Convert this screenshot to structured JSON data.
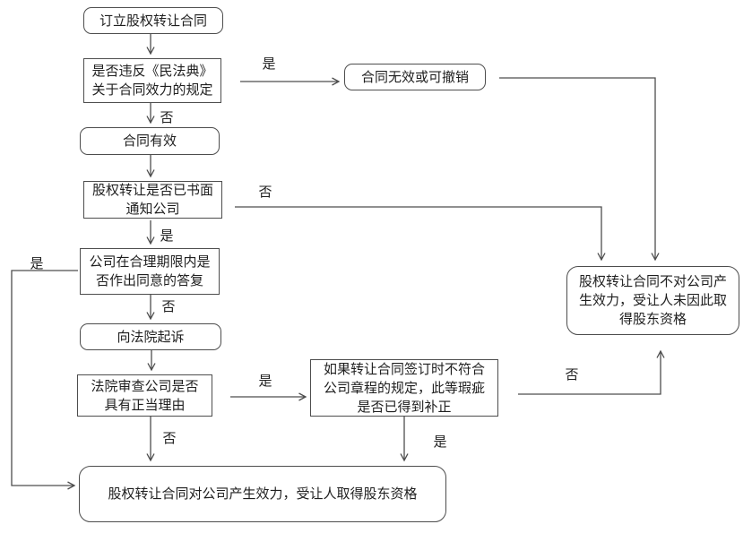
{
  "diagram": {
    "type": "flowchart",
    "language": "zh-CN",
    "colors": {
      "background": "#ffffff",
      "line": "#4d4d4d",
      "node_border": "#4d4d4d",
      "text": "#1f1f1f"
    },
    "nodes": {
      "establish_contract": {
        "label": "订立股权转让合同",
        "shape": "rounded"
      },
      "violate_civil_code": {
        "label": "是否违反《民法典》\n关于合同效力的规定",
        "shape": "rect"
      },
      "contract_invalid": {
        "label": "合同无效或可撤销",
        "shape": "rounded"
      },
      "contract_valid": {
        "label": "合同有效",
        "shape": "rounded"
      },
      "written_notice": {
        "label": "股权转让是否已书面\n通知公司",
        "shape": "rect"
      },
      "company_reply": {
        "label": "公司在合理期限内是\n否作出同意的答复",
        "shape": "rect"
      },
      "sue_court": {
        "label": "向法院起诉",
        "shape": "rounded"
      },
      "court_review": {
        "label": "法院审查公司是否\n具有正当理由",
        "shape": "rect"
      },
      "defect_cured": {
        "label": "如果转让合同签订时不符合\n公司章程的规定，此等瑕疵\n是否已得到补正",
        "shape": "rect"
      },
      "no_effect": {
        "label": "股权转让合同不对公司产\n生效力，受让人未因此取\n得股东资格",
        "shape": "rounded"
      },
      "effective": {
        "label": "股权转让合同对公司产生效力，受让人取得股东资格",
        "shape": "rounded"
      }
    },
    "edge_labels": {
      "violate_yes": "是",
      "violate_no": "否",
      "notice_no": "否",
      "notice_yes": "是",
      "reply_yes": "是",
      "reply_no": "否",
      "review_yes": "是",
      "review_no": "否",
      "cured_yes": "是",
      "cured_no": "否"
    }
  }
}
